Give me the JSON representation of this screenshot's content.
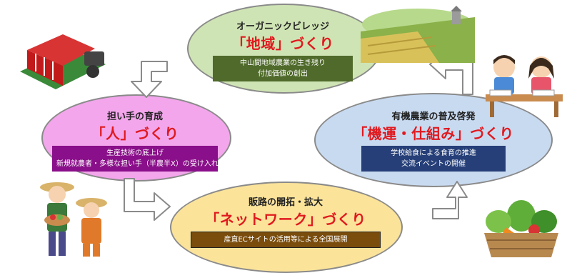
{
  "nodes": {
    "region": {
      "heading": "オーガニックビレッジ",
      "slogan": "「地域」づくり",
      "desc1": "中山間地域農業の生き残り",
      "desc2": "付加価値の創出"
    },
    "people": {
      "heading": "担い手の育成",
      "slogan": "「人」づくり",
      "desc1": "生産技術の底上げ",
      "desc2": "新規就農者・多様な担い手（半農半X）の受け入れ"
    },
    "mechanism": {
      "heading": "有機農業の普及啓発",
      "slogan": "「機運・仕組み」づくり",
      "desc1": "学校給食による食育の推進",
      "desc2": "交流イベントの開催"
    },
    "network": {
      "heading": "販路の開拓・拡大",
      "slogan": "「ネットワーク」づくり",
      "desc1": "産直ECサイトの活用等による全国展開"
    }
  },
  "colors": {
    "region_fill": "#cfe4b4",
    "people_fill": "#f3a6ec",
    "mechanism_fill": "#c8daf0",
    "network_fill": "#fbe39a",
    "slogan_red": "#e0191e"
  },
  "illustrations": [
    "rice-planter",
    "farm-field",
    "children-eating",
    "farmers",
    "vegetable-basket"
  ]
}
